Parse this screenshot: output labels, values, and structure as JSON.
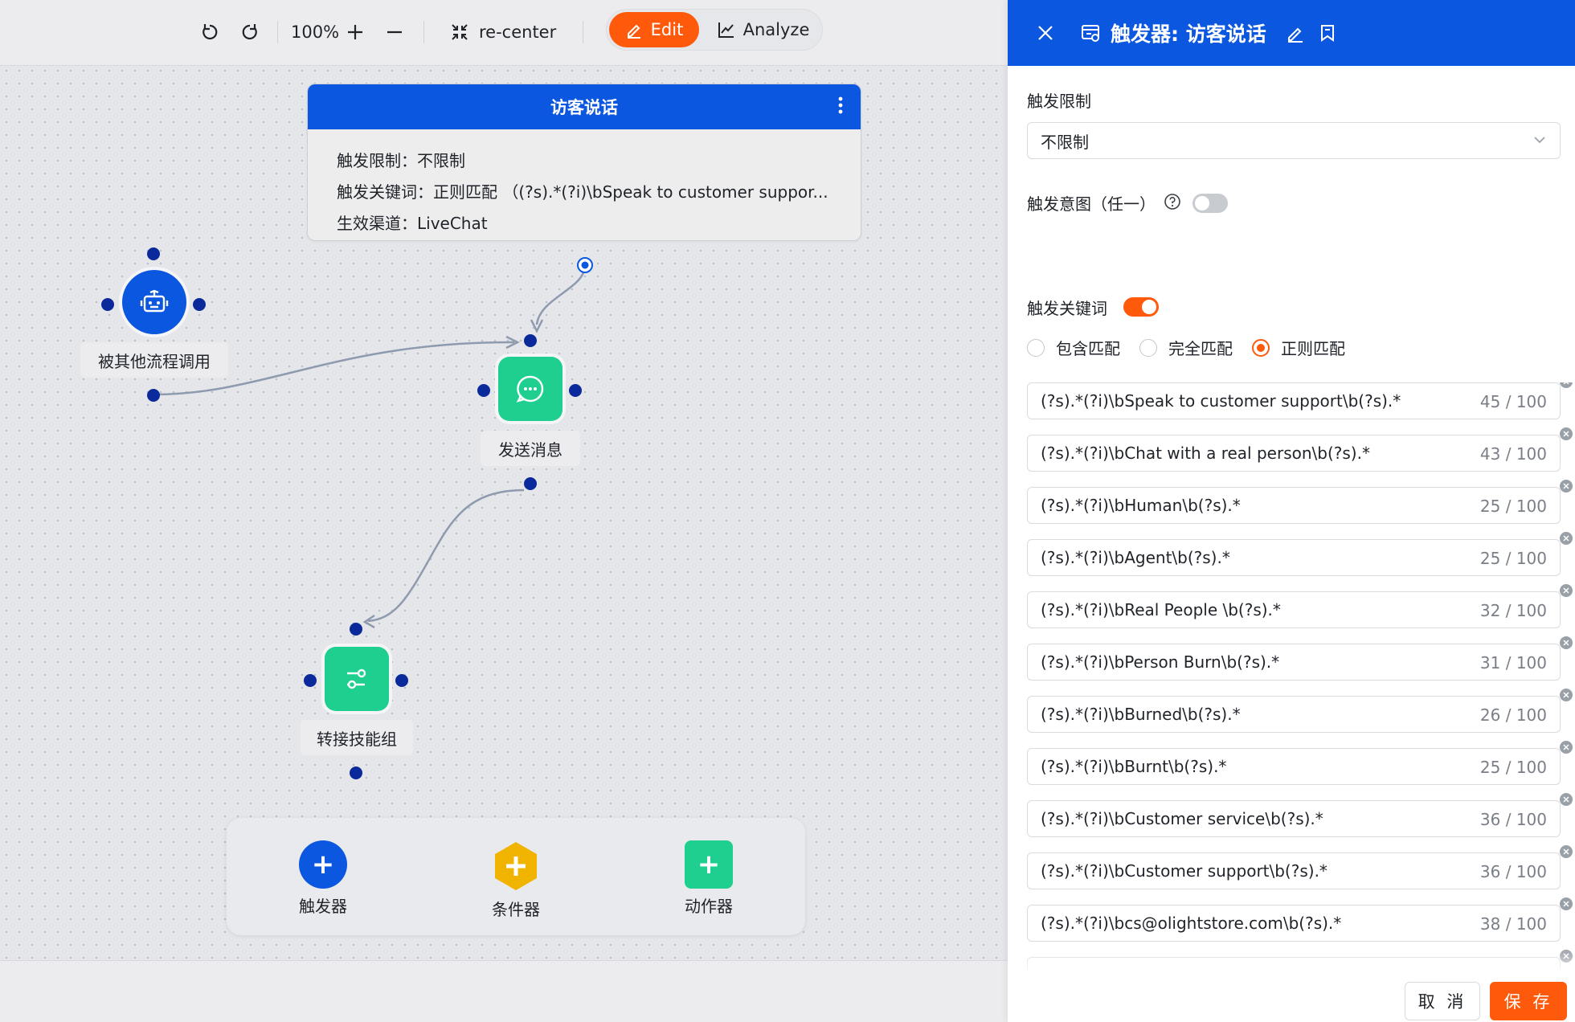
{
  "toolbar": {
    "zoom": "100%",
    "recenter_label": "re-center",
    "edit_label": "Edit",
    "analyze_label": "Analyze"
  },
  "trigger_card": {
    "title": "访客说话",
    "lines": [
      "触发限制：不限制",
      "触发关键词：正则匹配 （(?s).*(?i)\\bSpeak to customer suppor...",
      "生效渠道：LiveChat"
    ]
  },
  "nodes": {
    "robot_label": "被其他流程调用",
    "message_label": "发送消息",
    "transfer_label": "转接技能组"
  },
  "palette": {
    "trigger_label": "触发器",
    "condition_label": "条件器",
    "action_label": "动作器"
  },
  "panel": {
    "title": "触发器: 访客说话",
    "limit_label": "触发限制",
    "limit_value": "不限制",
    "intent_label": "触发意图（任一）",
    "keyword_label": "触发关键词",
    "match_options": [
      "包含匹配",
      "完全匹配",
      "正则匹配"
    ],
    "selected_match": "正则匹配",
    "keywords": [
      {
        "text": "(?s).*(?i)\\bSpeak to customer support\\b(?s).*",
        "count": "45 / 100"
      },
      {
        "text": "(?s).*(?i)\\bChat with a real person\\b(?s).*",
        "count": "43 / 100"
      },
      {
        "text": "(?s).*(?i)\\bHuman\\b(?s).*",
        "count": "25 / 100"
      },
      {
        "text": "(?s).*(?i)\\bAgent\\b(?s).*",
        "count": "25 / 100"
      },
      {
        "text": "(?s).*(?i)\\bReal People \\b(?s).*",
        "count": "32 / 100"
      },
      {
        "text": "(?s).*(?i)\\bPerson Burn\\b(?s).*",
        "count": "31 / 100"
      },
      {
        "text": "(?s).*(?i)\\bBurned\\b(?s).*",
        "count": "26 / 100"
      },
      {
        "text": "(?s).*(?i)\\bBurnt\\b(?s).*",
        "count": "25 / 100"
      },
      {
        "text": "(?s).*(?i)\\bCustomer service\\b(?s).*",
        "count": "36 / 100"
      },
      {
        "text": "(?s).*(?i)\\bCustomer support\\b(?s).*",
        "count": "36 / 100"
      },
      {
        "text": "(?s).*(?i)\\bcs@olightstore.com\\b(?s).*",
        "count": "38 / 100"
      }
    ],
    "cancel_label": "取 消",
    "save_label": "保 存"
  },
  "colors": {
    "brand_blue": "#0b57e0",
    "accent_orange": "#ff5a0c",
    "node_green": "#1fcf8f",
    "condition_yellow": "#f0b400",
    "port_navy": "#0a2a9c"
  }
}
